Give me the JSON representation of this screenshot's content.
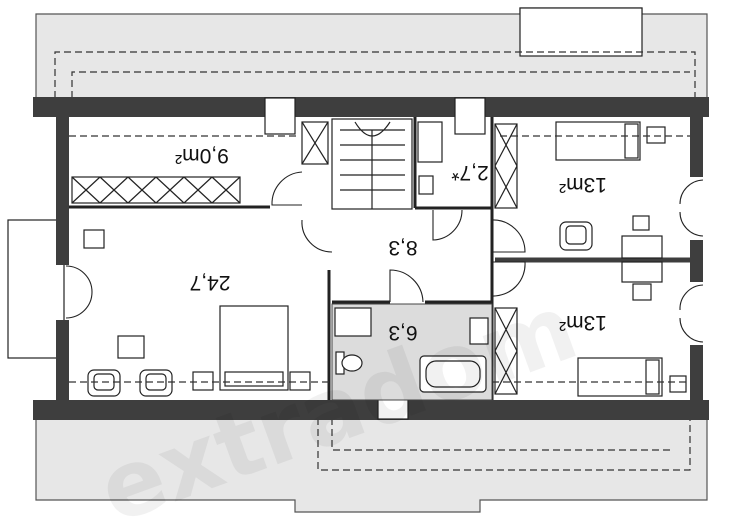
{
  "rooms": [
    {
      "id": "room-storage-top",
      "area": "9,0m²"
    },
    {
      "id": "room-bedroom-large",
      "area": "24,7"
    },
    {
      "id": "room-hall",
      "area": "8,3"
    },
    {
      "id": "room-bathroom",
      "area": "6,3"
    },
    {
      "id": "room-wc",
      "area": "2,7*"
    },
    {
      "id": "room-bedroom-top-right",
      "area": "13m²"
    },
    {
      "id": "room-bedroom-bottom-right",
      "area": "13m²"
    }
  ],
  "watermark": "extradom",
  "colors": {
    "wall": "#3e3e3e",
    "roof": "#e7e7e7",
    "bathroom_floor": "#dcdcdc"
  }
}
